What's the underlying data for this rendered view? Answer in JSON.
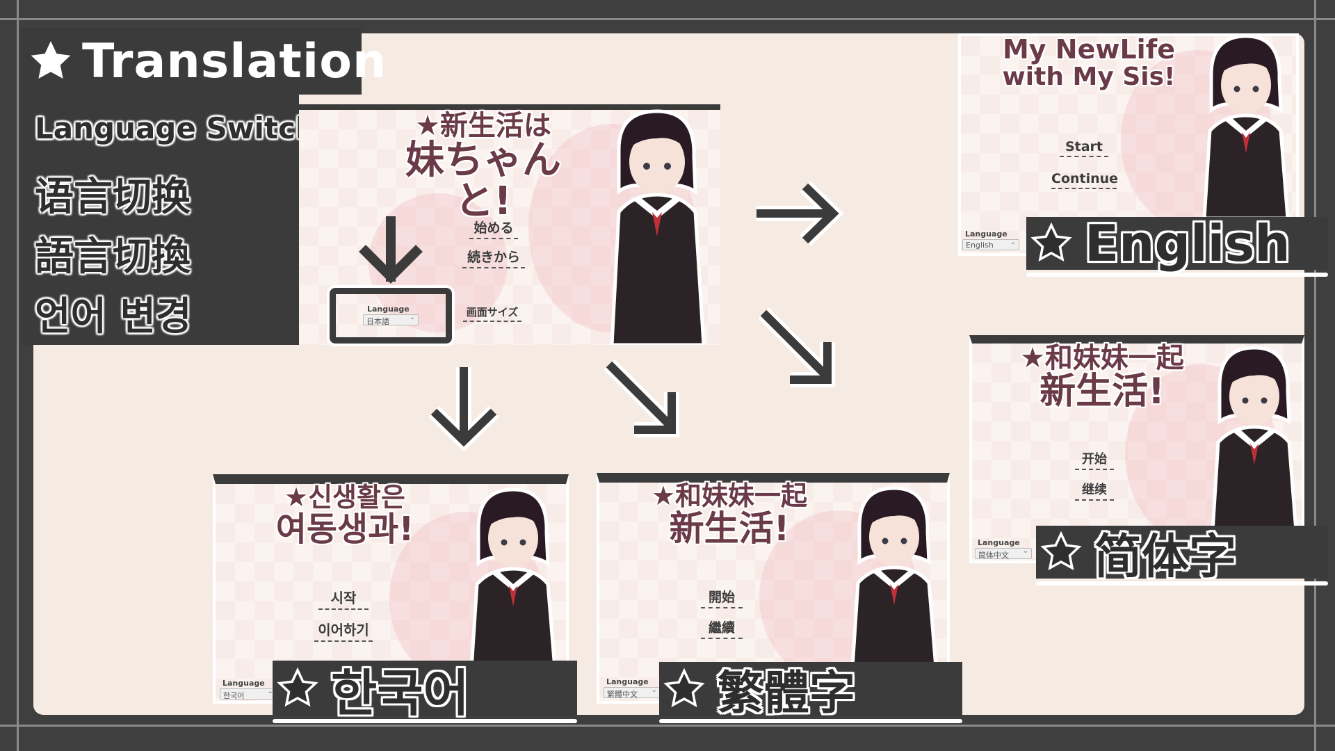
{
  "title": {
    "icon": "star-icon",
    "text": "Translation"
  },
  "switch_labels": [
    "Language Switch",
    "语言切换",
    "語言切換",
    "언어 변경"
  ],
  "colors": {
    "frame": "#3f3f3f",
    "panel": "#3b3b3b",
    "cream": "#f6ebe2",
    "logo": "#6a3a48",
    "ribbon": "#c0303a"
  },
  "screens": {
    "japanese": {
      "logo_line1": "★新生活は",
      "logo_line2": "妹ちゃんと!",
      "menu": [
        "始める",
        "続きから"
      ],
      "extra_menu": "画面サイズ",
      "language_label": "Language",
      "language_value": "日本語"
    },
    "english": {
      "logo_line1": "My NewLife",
      "logo_line2": "with My Sis!",
      "menu": [
        "Start",
        "Continue"
      ],
      "language_label": "Language",
      "language_value": "English",
      "badge": "English"
    },
    "simplified": {
      "logo_line1": "★和妹妹一起",
      "logo_line2": "新生活!",
      "menu": [
        "开始",
        "继续"
      ],
      "language_label": "Language",
      "language_value": "简体中文",
      "badge": "简体字"
    },
    "korean": {
      "logo_line1": "★신생활은",
      "logo_line2": "여동생과!",
      "menu": [
        "시작",
        "이어하기"
      ],
      "language_label": "Language",
      "language_value": "한국어",
      "badge": "한국어"
    },
    "traditional": {
      "logo_line1": "★和妹妹一起",
      "logo_line2": "新生活!",
      "menu": [
        "開始",
        "繼續"
      ],
      "language_label": "Language",
      "language_value": "繁體中文",
      "badge": "繁體字"
    }
  }
}
